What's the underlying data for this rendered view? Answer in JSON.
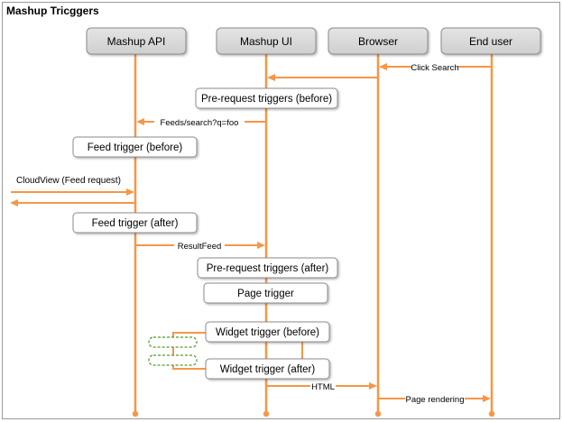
{
  "title": "Mashup Tricggers",
  "colors": {
    "line": "#F79646",
    "actor_fill": "#D9D9D9",
    "actor_stroke": "#8C8C8C",
    "box_fill": "#FFFFFF",
    "box_stroke": "#8C8C8C",
    "dashed": "#4E9A2E",
    "frame": "#9A9A9A"
  },
  "actors": [
    {
      "id": "api",
      "label": "Mashup API"
    },
    {
      "id": "ui",
      "label": "Mashup UI"
    },
    {
      "id": "browser",
      "label": "Browser"
    },
    {
      "id": "user",
      "label": "End user"
    }
  ],
  "messages": {
    "click_search": "Click Search",
    "feeds_query": "Feeds/search?q=foo",
    "cloudview": "CloudView (Feed request)",
    "result_feed": "ResultFeed",
    "html": "HTML",
    "page_rendering": "Page rendering"
  },
  "boxes": {
    "pre_before": "Pre-request triggers (before)",
    "feed_before": "Feed trigger (before)",
    "feed_after": "Feed trigger (after)",
    "pre_after": "Pre-request triggers (after)",
    "page_trigger": "Page trigger",
    "widget_before": "Widget trigger (before)",
    "widget_after": "Widget trigger (after)"
  }
}
